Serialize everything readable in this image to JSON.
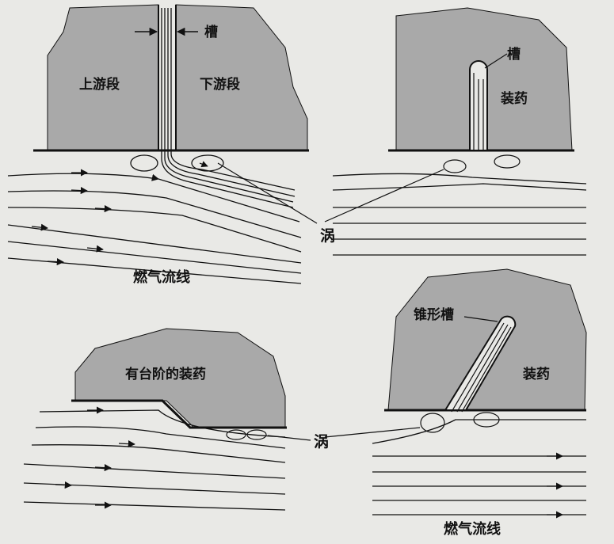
{
  "labels": {
    "slot_top_left": "槽",
    "upstream": "上游段",
    "downstream": "下游段",
    "slot_top_right": "槽",
    "propellant_top_right": "装药",
    "vortex_center": "涡",
    "gas_streamline_top": "燃气流线",
    "cone_slot": "锥形槽",
    "propellant_bottom_right": "装药",
    "stepped_propellant": "有台阶的装药",
    "vortex_bottom": "涡",
    "gas_streamline_bottom": "燃气流线"
  },
  "colors": {
    "grain_fill": "#a9a9a9",
    "line": "#111111",
    "background": "#e9e9e6"
  }
}
